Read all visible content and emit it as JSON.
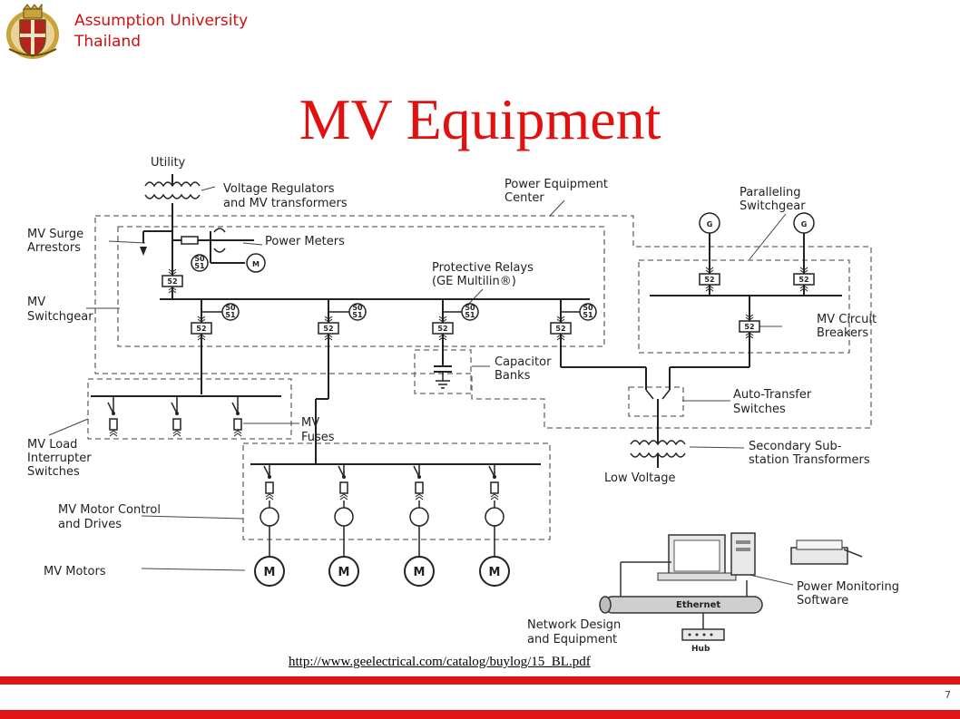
{
  "header": {
    "university_line1": "Assumption University",
    "university_line2": "Thailand"
  },
  "slide": {
    "title": "MV Equipment",
    "source_url": "http://www.geelectrical.com/catalog/buylog/15_BL.pdf",
    "page_number": "7"
  },
  "diagram": {
    "labels": {
      "utility": "Utility",
      "voltage_regulators_1": "Voltage Regulators",
      "voltage_regulators_2": "and MV transformers",
      "power_equipment_1": "Power Equipment",
      "power_equipment_2": "Center",
      "paralleling_1": "Paralleling",
      "paralleling_2": "Switchgear",
      "mv_surge_1": "MV Surge",
      "mv_surge_2": "Arrestors",
      "power_meters": "Power Meters",
      "protective_relays_1": "Protective Relays",
      "protective_relays_2": "(GE Multilin®)",
      "mv_switchgear_1": "MV",
      "mv_switchgear_2": "Switchgear",
      "mv_circuit_1": "MV Circuit",
      "mv_circuit_2": "Breakers",
      "capacitor_1": "Capacitor",
      "capacitor_2": "Banks",
      "auto_transfer_1": "Auto-Transfer",
      "auto_transfer_2": "Switches",
      "mv_fuses_1": "MV",
      "mv_fuses_2": "Fuses",
      "mv_load_1": "MV Load",
      "mv_load_2": "Interrupter",
      "mv_load_3": "Switches",
      "secondary_1": "Secondary Sub-",
      "secondary_2": "station Transformers",
      "low_voltage": "Low Voltage",
      "mv_motor_control_1": "MV Motor Control",
      "mv_motor_control_2": "and Drives",
      "mv_motors": "MV Motors",
      "power_monitoring_1": "Power Monitoring",
      "power_monitoring_2": "Software",
      "network_design_1": "Network Design",
      "network_design_2": "and Equipment",
      "ethernet": "Ethernet",
      "hub": "Hub"
    },
    "symbols": {
      "breaker": "52",
      "relay_top": "50",
      "relay_bottom": "51",
      "meter": "M",
      "generator": "G",
      "motor": "M"
    }
  }
}
